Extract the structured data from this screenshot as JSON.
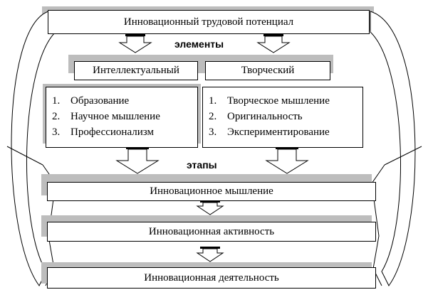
{
  "diagram": {
    "title": "Инновационный трудовой потенциал",
    "elements_label": "элементы",
    "stages_label": "этапы",
    "columns": [
      {
        "header": "Интеллектуальный",
        "items": [
          "Образование",
          "Научное мышление",
          "Профессионализм"
        ]
      },
      {
        "header": "Творческий",
        "items": [
          "Творческое мышление",
          "Оригинальность",
          "Экспериментирование"
        ]
      }
    ],
    "stages": [
      "Инновационное мышление",
      "Инновационная активность",
      "Инновационная деятельность"
    ],
    "colors": {
      "shadow": "#bdbdbd",
      "border": "#000000",
      "fill": "#ffffff"
    }
  }
}
